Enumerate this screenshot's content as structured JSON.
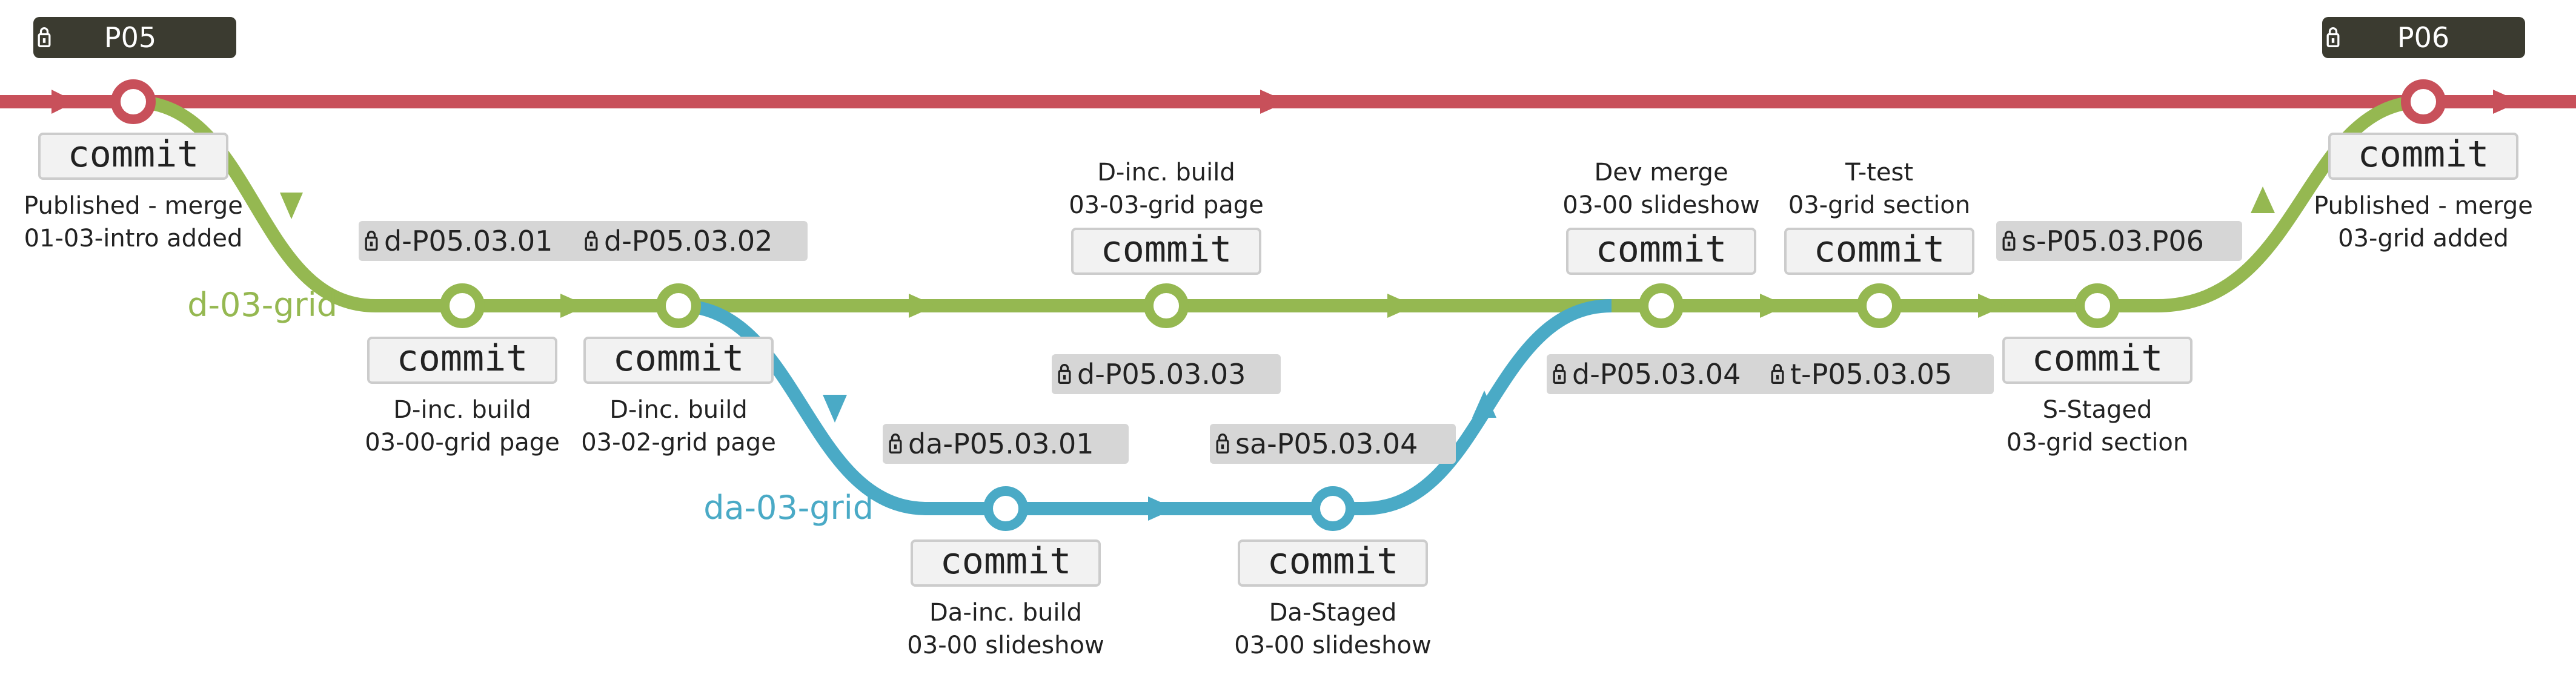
{
  "colors": {
    "main": "#c8505a",
    "dev": "#95b851",
    "da": "#4aaac6",
    "release_bg": "#3b3b30",
    "tag_bg": "#d6d6d6",
    "commit_bg": "#f2f2f2",
    "commit_border": "#cccccc"
  },
  "releases": [
    {
      "label": "P05"
    },
    {
      "label": "P06"
    }
  ],
  "branches": {
    "dev": "d-03-grid",
    "da": "da-03-grid"
  },
  "commit_label": "commit",
  "commits": [
    {
      "id": "c1",
      "lane": "main",
      "desc": [
        "Published - merge",
        "01-03-intro added"
      ]
    },
    {
      "id": "c2",
      "lane": "dev",
      "tag": "d-P05.03.01",
      "desc": [
        "D-inc. build",
        "03-00-grid page"
      ]
    },
    {
      "id": "c3",
      "lane": "dev",
      "tag": "d-P05.03.02",
      "desc": [
        "D-inc. build",
        "03-02-grid page"
      ]
    },
    {
      "id": "c4",
      "lane": "da",
      "tag": "da-P05.03.01",
      "desc": [
        "Da-inc. build",
        "03-00 slideshow"
      ]
    },
    {
      "id": "c5",
      "lane": "da",
      "tag": "sa-P05.03.04",
      "desc": [
        "Da-Staged",
        "03-00 slideshow"
      ]
    },
    {
      "id": "c6",
      "lane": "dev",
      "tag": "d-P05.03.03",
      "desc": [
        "D-inc. build",
        "03-03-grid page"
      ]
    },
    {
      "id": "c7",
      "lane": "dev",
      "tag": "d-P05.03.04",
      "desc": [
        "Dev merge",
        "03-00 slideshow"
      ]
    },
    {
      "id": "c8",
      "lane": "dev",
      "tag": "t-P05.03.05",
      "desc": [
        "T-test",
        "03-grid section"
      ]
    },
    {
      "id": "c9",
      "lane": "dev",
      "tag": "s-P05.03.P06",
      "desc": [
        "S-Staged",
        "03-grid section"
      ]
    },
    {
      "id": "c10",
      "lane": "main",
      "desc": [
        "Published - merge",
        "03-grid added"
      ]
    }
  ]
}
